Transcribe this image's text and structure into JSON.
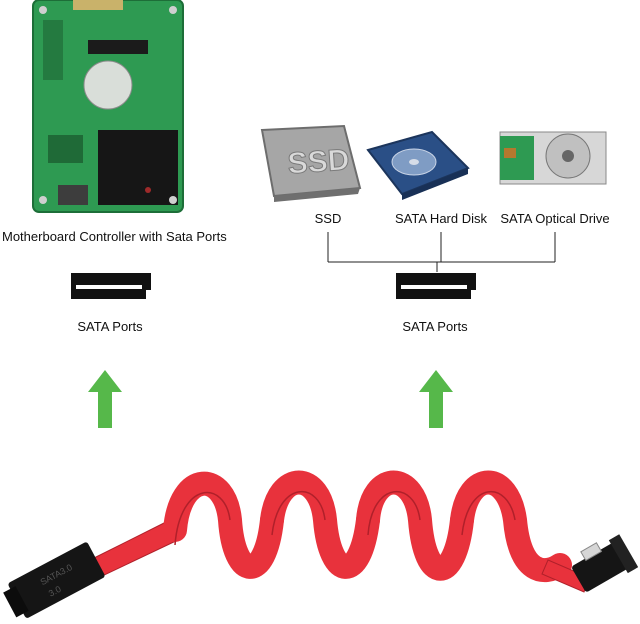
{
  "left": {
    "controller_label": "Motherboard Controller with Sata Ports",
    "port_label": "SATA Ports"
  },
  "right": {
    "devices": [
      {
        "label": "SSD",
        "image_text": "SSD"
      },
      {
        "label": "SATA Hard Disk"
      },
      {
        "label": "SATA Optical Drive"
      }
    ],
    "port_label": "SATA Ports"
  },
  "cable": {
    "connector_text": "SATA3.0",
    "connector_subtext": "3.0"
  },
  "colors": {
    "pcb_green": "#2e9a52",
    "arrow_green": "#56b84a",
    "cable_red": "#e8323c",
    "connector_black": "#151515",
    "ssd_gray": "#9a9a9a"
  }
}
